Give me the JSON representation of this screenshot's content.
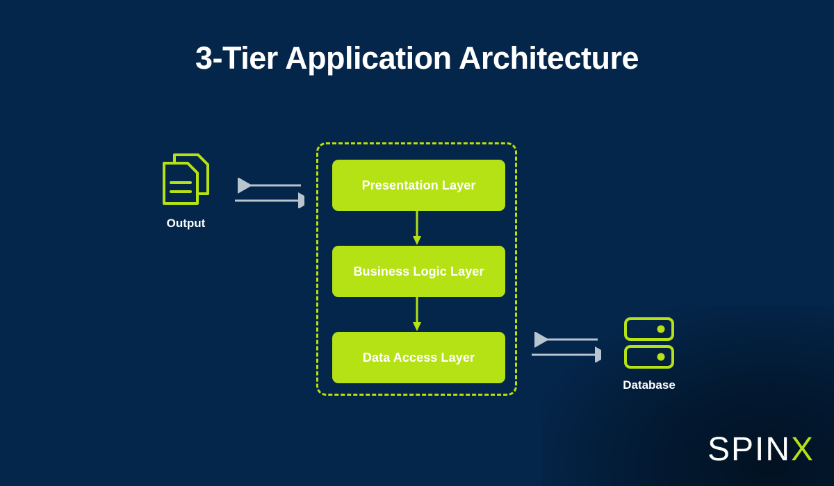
{
  "page": {
    "title": "3-Tier Application Architecture",
    "background_color": "#04264b",
    "accent_green": "#b5e215",
    "arrow_gray": "#b8c4d0",
    "text_white": "#ffffff"
  },
  "tiers": {
    "container_style": "dashed-green-rounded",
    "layers": [
      {
        "label": "Presentation Layer"
      },
      {
        "label": "Business Logic Layer"
      },
      {
        "label": "Data Access Layer"
      }
    ],
    "flow_arrows": [
      {
        "from": "Presentation Layer",
        "to": "Business Logic Layer",
        "direction": "down",
        "color": "#b5e215"
      },
      {
        "from": "Business Logic Layer",
        "to": "Data Access Layer",
        "direction": "down",
        "color": "#b5e215"
      }
    ]
  },
  "output_node": {
    "label": "Output",
    "icon": "documents-icon",
    "connector": {
      "top_arrow_direction": "left",
      "bottom_arrow_direction": "right",
      "color": "#b8c4d0"
    }
  },
  "database_node": {
    "label": "Database",
    "icon": "database-icon",
    "connector": {
      "top_arrow_direction": "left",
      "bottom_arrow_direction": "right",
      "color": "#b8c4d0"
    }
  },
  "logo": {
    "word": "SPIN",
    "accent_letter": "X"
  }
}
